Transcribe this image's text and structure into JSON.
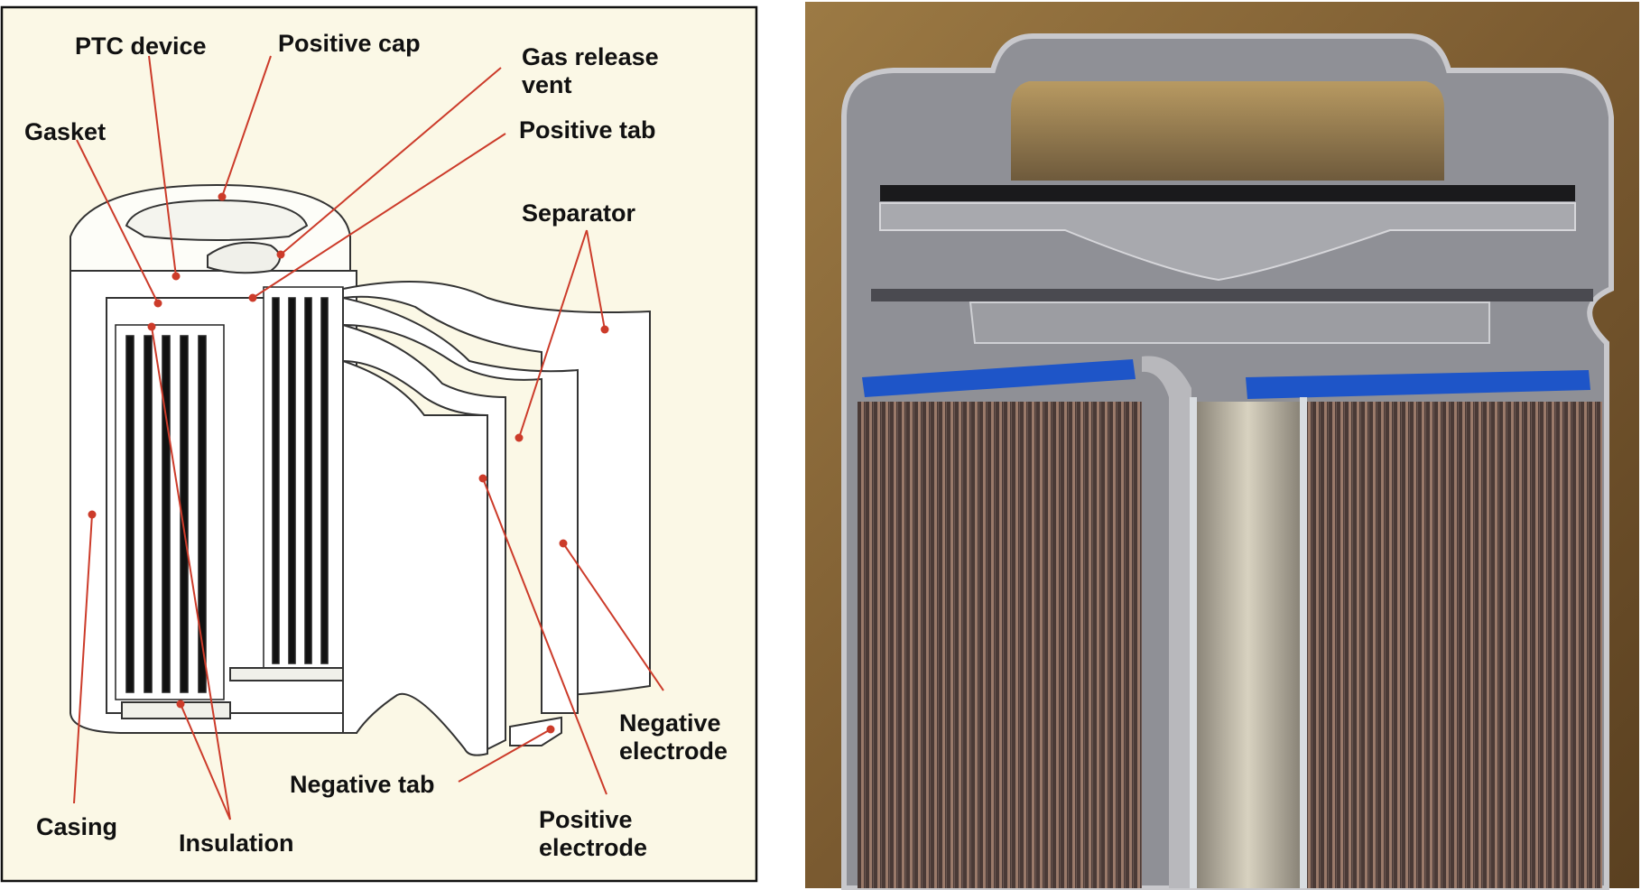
{
  "left_panel": {
    "background": "#fbf8e6",
    "leader_color": "#cc3b2a",
    "labels": {
      "ptc_device": "PTC device",
      "positive_cap": "Positive cap",
      "gas_release_vent_l1": "Gas release",
      "gas_release_vent_l2": "vent",
      "gasket": "Gasket",
      "positive_tab": "Positive tab",
      "separator": "Separator",
      "negative_electrode_l1": "Negative",
      "negative_electrode_l2": "electrode",
      "negative_tab": "Negative tab",
      "positive_electrode_l1": "Positive",
      "positive_electrode_l2": "electrode",
      "casing": "Casing",
      "insulation": "Insulation"
    }
  },
  "right_panel": {
    "background": "#8a6a3c",
    "insulation_band_color": "#1e55c8",
    "electrode_color": "#5a4640"
  }
}
